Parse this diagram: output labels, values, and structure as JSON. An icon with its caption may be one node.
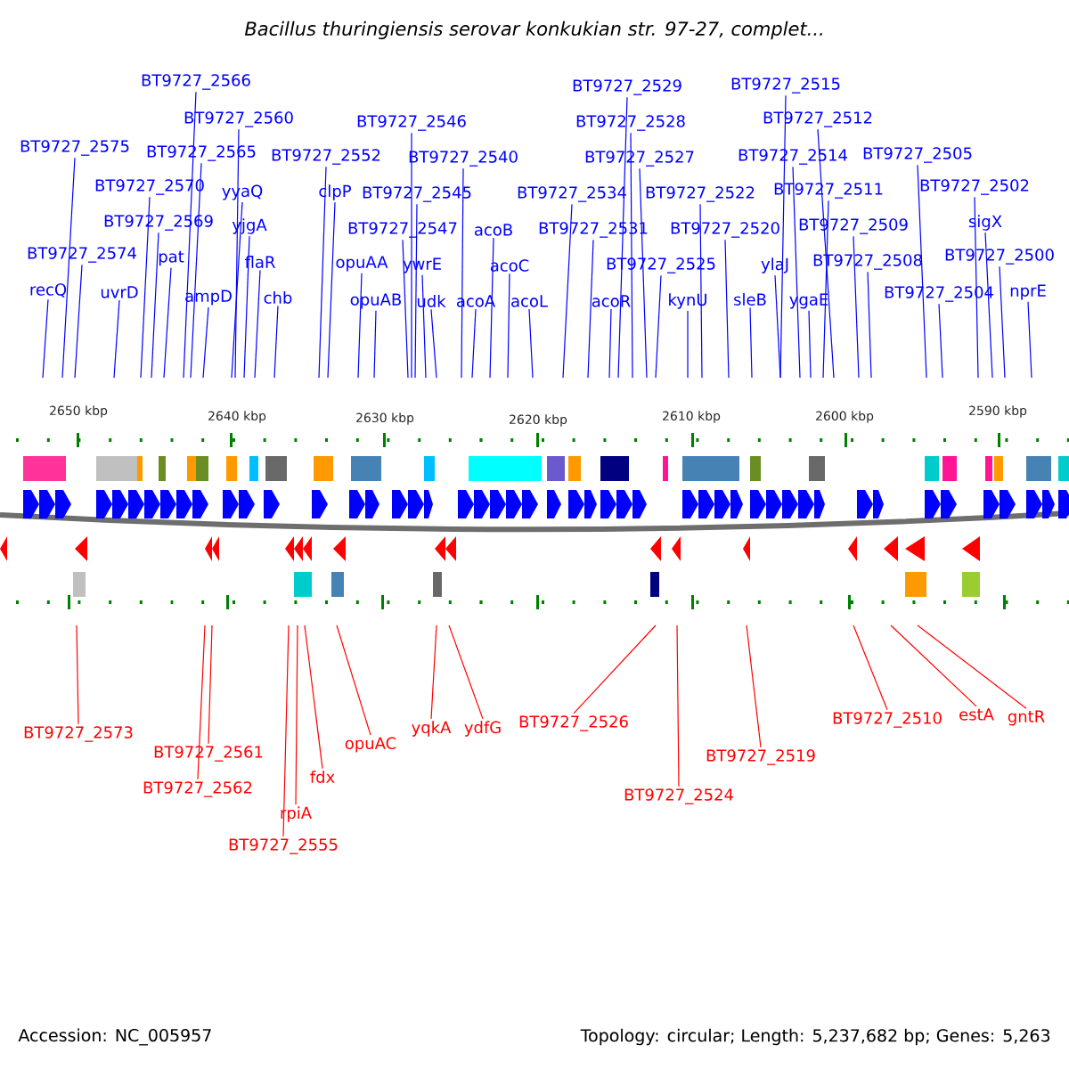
{
  "diagram": {
    "title": "Bacillus thuringiensis serovar konkukian str. 97-27, complet...",
    "nodes": [
      {
        "text": [
          "BT9727_2566"
        ]
      },
      {
        "text": [
          "BT9727_2529"
        ]
      },
      {
        "text": [
          "BT9727_2515"
        ]
      },
      {
        "text": [
          "BT9727_2560"
        ]
      },
      {
        "text": [
          "BT9727_2546"
        ]
      },
      {
        "text": [
          "BT9727_2528"
        ]
      },
      {
        "text": [
          "BT9727_2512"
        ]
      },
      {
        "text": [
          "BT9727_2575"
        ]
      },
      {
        "text": [
          "BT9727_2565"
        ]
      },
      {
        "text": [
          "BT9727_2552"
        ]
      },
      {
        "text": [
          "BT9727_2540"
        ]
      },
      {
        "text": [
          "BT9727_2527"
        ]
      },
      {
        "text": [
          "BT9727_2514"
        ]
      },
      {
        "text": [
          "BT9727_2505"
        ]
      },
      {
        "text": [
          "BT9727_2570"
        ]
      },
      {
        "text": [
          "yyaQ"
        ]
      },
      {
        "text": [
          "clpP"
        ]
      },
      {
        "text": [
          "BT9727_2545"
        ]
      },
      {
        "text": [
          "BT9727_2534"
        ]
      },
      {
        "text": [
          "BT9727_2522"
        ]
      },
      {
        "text": [
          "BT9727_2511"
        ]
      },
      {
        "text": [
          "BT9727_2502"
        ]
      },
      {
        "text": [
          "BT9727_2569"
        ]
      },
      {
        "text": [
          "yjgA"
        ]
      },
      {
        "text": [
          "BT9727_2547"
        ]
      },
      {
        "text": [
          "acoB"
        ]
      },
      {
        "text": [
          "BT9727_2531"
        ]
      },
      {
        "text": [
          "BT9727_2520"
        ]
      },
      {
        "text": [
          "BT9727_2509"
        ]
      },
      {
        "text": [
          "sigX"
        ]
      },
      {
        "text": [
          "BT9727_2574"
        ]
      },
      {
        "text": [
          "pat"
        ]
      },
      {
        "text": [
          "flaR"
        ]
      },
      {
        "text": [
          "opuAA"
        ]
      },
      {
        "text": [
          "ywrE"
        ]
      },
      {
        "text": [
          "acoC"
        ]
      },
      {
        "text": [
          "BT9727_2525"
        ]
      },
      {
        "text": [
          "ylaJ"
        ]
      },
      {
        "text": [
          "BT9727_2508"
        ]
      },
      {
        "text": [
          "BT9727_2500"
        ]
      },
      {
        "text": [
          "recQ"
        ]
      },
      {
        "text": [
          "uvrD"
        ]
      },
      {
        "text": [
          "ampD"
        ]
      },
      {
        "text": [
          "chb"
        ]
      },
      {
        "text": [
          "opuAB"
        ]
      },
      {
        "text": [
          "udk"
        ]
      },
      {
        "text": [
          "acoA"
        ]
      },
      {
        "text": [
          "acoL"
        ]
      },
      {
        "text": [
          "acoR"
        ]
      },
      {
        "text": [
          "kynU"
        ]
      },
      {
        "text": [
          "sleB"
        ]
      },
      {
        "text": [
          "ygaE"
        ]
      },
      {
        "text": [
          "BT9727_2504"
        ]
      },
      {
        "text": [
          "nprE"
        ]
      },
      {
        "text": [
          "BT9727_2573"
        ]
      },
      {
        "text": [
          "opuAC"
        ]
      },
      {
        "text": [
          "yqkA"
        ]
      },
      {
        "text": [
          "ydfG"
        ]
      },
      {
        "text": [
          "BT9727_2526"
        ]
      },
      {
        "text": [
          "BT9727_2510"
        ]
      },
      {
        "text": [
          "estA"
        ]
      },
      {
        "text": [
          "gntR"
        ]
      },
      {
        "text": [
          "BT9727_2561"
        ]
      },
      {
        "text": [
          "BT9727_2519"
        ]
      },
      {
        "text": [
          "fdx"
        ]
      },
      {
        "text": [
          "BT9727_2562"
        ]
      },
      {
        "text": [
          "BT9727_2524"
        ]
      },
      {
        "text": [
          "rpiA"
        ]
      },
      {
        "text": [
          "BT9727_2555"
        ]
      }
    ],
    "edges": [
      {
        "from": 0,
        "to": null,
        "arrow": "none"
      },
      {
        "from": 1,
        "to": null,
        "arrow": "none"
      },
      {
        "from": 2,
        "to": null,
        "arrow": "none"
      },
      {
        "from": 3,
        "to": null,
        "arrow": "none"
      },
      {
        "from": 4,
        "to": null,
        "arrow": "none"
      },
      {
        "from": 5,
        "to": null,
        "arrow": "none"
      },
      {
        "from": 6,
        "to": null,
        "arrow": "none"
      },
      {
        "from": 7,
        "to": null,
        "arrow": "none"
      },
      {
        "from": 8,
        "to": null,
        "arrow": "none"
      },
      {
        "from": 9,
        "to": null,
        "arrow": "none"
      },
      {
        "from": 10,
        "to": null,
        "arrow": "none"
      },
      {
        "from": 11,
        "to": null,
        "arrow": "none"
      },
      {
        "from": 12,
        "to": null,
        "arrow": "none"
      },
      {
        "from": 13,
        "to": null,
        "arrow": "none"
      },
      {
        "from": 14,
        "to": null,
        "arrow": "none"
      },
      {
        "from": 15,
        "to": null,
        "arrow": "none"
      },
      {
        "from": 16,
        "to": null,
        "arrow": "none"
      },
      {
        "from": 17,
        "to": null,
        "arrow": "none"
      },
      {
        "from": 18,
        "to": null,
        "arrow": "none"
      },
      {
        "from": 19,
        "to": null,
        "arrow": "none"
      },
      {
        "from": 20,
        "to": null,
        "arrow": "none"
      },
      {
        "from": 21,
        "to": null,
        "arrow": "none"
      },
      {
        "from": 22,
        "to": null,
        "arrow": "none"
      },
      {
        "from": 23,
        "to": null,
        "arrow": "none"
      },
      {
        "from": 24,
        "to": null,
        "arrow": "none"
      },
      {
        "from": 25,
        "to": null,
        "arrow": "none"
      },
      {
        "from": 26,
        "to": null,
        "arrow": "none"
      },
      {
        "from": 27,
        "to": null,
        "arrow": "none"
      },
      {
        "from": 28,
        "to": null,
        "arrow": "none"
      },
      {
        "from": 29,
        "to": null,
        "arrow": "none"
      },
      {
        "from": 30,
        "to": null,
        "arrow": "none"
      },
      {
        "from": 31,
        "to": null,
        "arrow": "none"
      },
      {
        "from": 32,
        "to": null,
        "arrow": "none"
      },
      {
        "from": 33,
        "to": null,
        "arrow": "none"
      },
      {
        "from": 34,
        "to": null,
        "arrow": "none"
      },
      {
        "from": 35,
        "to": null,
        "arrow": "none"
      },
      {
        "from": 36,
        "to": null,
        "arrow": "none"
      },
      {
        "from": 37,
        "to": null,
        "arrow": "none"
      },
      {
        "from": 38,
        "to": null,
        "arrow": "none"
      },
      {
        "from": 39,
        "to": null,
        "arrow": "none"
      },
      {
        "from": 40,
        "to": null,
        "arrow": "none"
      },
      {
        "from": 41,
        "to": null,
        "arrow": "none"
      },
      {
        "from": 42,
        "to": null,
        "arrow": "none"
      },
      {
        "from": 43,
        "to": null,
        "arrow": "none"
      },
      {
        "from": 44,
        "to": null,
        "arrow": "none"
      },
      {
        "from": 45,
        "to": null,
        "arrow": "none"
      },
      {
        "from": 46,
        "to": null,
        "arrow": "none"
      },
      {
        "from": 47,
        "to": null,
        "arrow": "none"
      },
      {
        "from": 48,
        "to": null,
        "arrow": "none"
      },
      {
        "from": 49,
        "to": null,
        "arrow": "none"
      },
      {
        "from": 50,
        "to": null,
        "arrow": "none"
      },
      {
        "from": 51,
        "to": null,
        "arrow": "none"
      },
      {
        "from": 52,
        "to": null,
        "arrow": "none"
      },
      {
        "from": 53,
        "to": null,
        "arrow": "none"
      },
      {
        "from": 54,
        "to": null,
        "arrow": "none",
        "color": "#ff0000"
      },
      {
        "from": 55,
        "to": null,
        "arrow": "none",
        "color": "#ff0000"
      },
      {
        "from": 56,
        "to": null,
        "arrow": "none",
        "color": "#ff0000"
      },
      {
        "from": 57,
        "to": null,
        "arrow": "none",
        "color": "#ff0000"
      },
      {
        "from": 58,
        "to": null,
        "arrow": "none",
        "color": "#ff0000"
      },
      {
        "from": 59,
        "to": null,
        "arrow": "none",
        "color": "#ff0000"
      },
      {
        "from": 60,
        "to": null,
        "arrow": "none",
        "color": "#ff0000"
      },
      {
        "from": 61,
        "to": null,
        "arrow": "none",
        "color": "#ff0000"
      },
      {
        "from": 62,
        "to": null,
        "arrow": "none",
        "color": "#ff0000"
      },
      {
        "from": 63,
        "to": null,
        "arrow": "none",
        "color": "#ff0000"
      },
      {
        "from": 64,
        "to": null,
        "arrow": "none",
        "color": "#ff0000"
      },
      {
        "from": 65,
        "to": null,
        "arrow": "none",
        "color": "#ff0000"
      },
      {
        "from": 66,
        "to": null,
        "arrow": "none",
        "color": "#ff0000"
      },
      {
        "from": 67,
        "to": null,
        "arrow": "none",
        "color": "#ff0000"
      },
      {
        "from": 68,
        "to": null,
        "arrow": "none",
        "color": "#ff0000"
      }
    ],
    "labels": [
      "2650 kbp",
      "2640 kbp",
      "2630 kbp",
      "2620 kbp",
      "2610 kbp",
      "2600 kbp",
      "2590 kbp",
      "Accession: NC_005957",
      "Topology: circular; Length: 5,237,682 bp; Genes: 5,263"
    ]
  }
}
